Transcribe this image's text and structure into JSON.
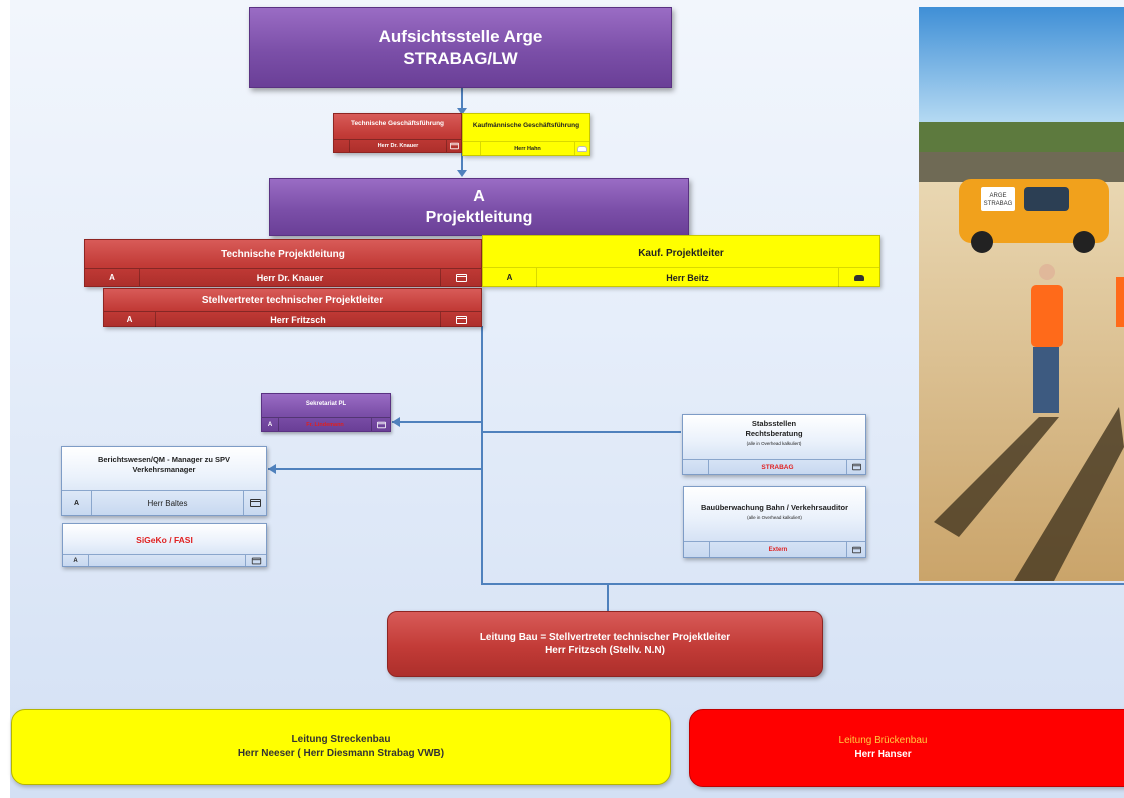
{
  "top_box": {
    "line1": "Aufsichtsstelle Arge",
    "line2": "STRABAG/LW"
  },
  "tech_gf": {
    "title": "Technische Geschäftsführung",
    "name": "Herr Dr. Knauer"
  },
  "kauf_gf": {
    "title": "Kaufmännische Geschäftsführung",
    "name": "Herr Hahn"
  },
  "projektleitung": {
    "line1": "A",
    "line2": "Projektleitung"
  },
  "tech_pl": {
    "title": "Technische Projektleitung",
    "badge": "A",
    "name": "Herr Dr. Knauer"
  },
  "stellv_pl": {
    "title": "Stellvertreter technischer Projektleiter",
    "badge": "A",
    "name": "Herr Fritzsch"
  },
  "kauf_pl": {
    "title": "Kauf. Projektleiter",
    "badge": "A",
    "name": "Herr Beitz"
  },
  "sekretariat": {
    "title": "Sekretariat PL",
    "badge": "A",
    "name": "Fr. Lindemann"
  },
  "bericht": {
    "title": "Berichtswesen/QM - Manager zu SPV Verkehrsmanager",
    "badge": "A",
    "name": "Herr Baltes"
  },
  "sigeko": {
    "title": "SiGeKo / FASI",
    "badge": "A"
  },
  "stabsstellen": {
    "line1": "Stabsstellen",
    "line2": "Rechtsberatung",
    "note": "(alle in Overhead kalkuliert)",
    "name": "STRABAG"
  },
  "bauueberwachung": {
    "title": "Bauüberwachung Bahn / Verkehrsauditor",
    "note": "(alle in Overhead kalkuliert)",
    "name": "Extern"
  },
  "leitung_bau": {
    "line1": "Leitung Bau = Stellvertreter technischer Projektleiter",
    "line2": "Herr Fritzsch (Stellv. N.N)"
  },
  "streckenbau": {
    "line1": "Leitung Streckenbau",
    "line2": "Herr Neeser ( Herr Diesmann Strabag VWB)"
  },
  "brueckenbau": {
    "line1": "Leitung Brückenbau",
    "line2": "Herr Hanser"
  },
  "photo_sign": {
    "line1": "ARGE",
    "line2": "STRABAG"
  },
  "colors": {
    "purple": "#7b4fa8",
    "red": "#c23b37",
    "yellow": "#ffff00",
    "bright_red": "#ff0000",
    "connector": "#4f81bd",
    "red_text": "#e02020"
  }
}
